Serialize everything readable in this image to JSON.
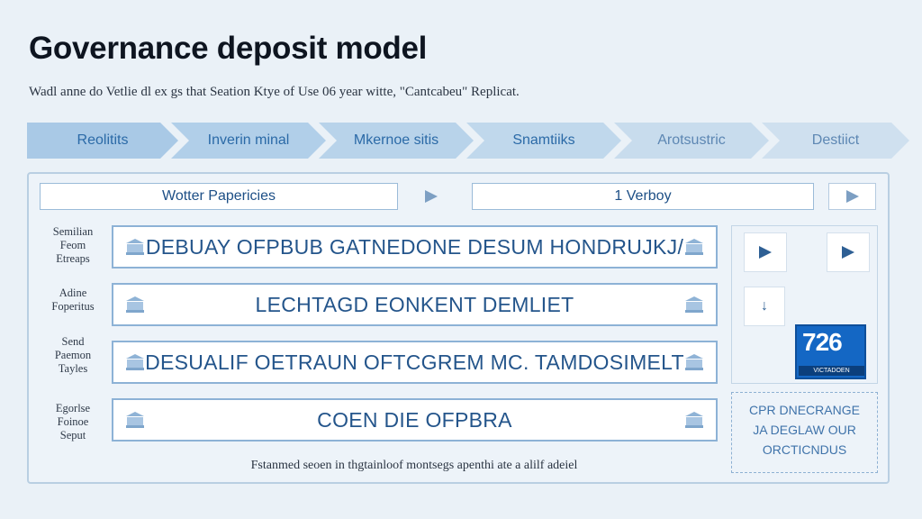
{
  "title": "Governance deposit model",
  "subtitle": "Wadl anne do Vetlie dl ex gs that Seation Ktye of Use 06 year witte, \"Cantcabeu\" Replicat.",
  "process_steps": [
    {
      "label": "Reolitits"
    },
    {
      "label": "Inverin minal"
    },
    {
      "label": "Mkernoe sitis"
    },
    {
      "label": "Snamtiiks"
    },
    {
      "label": "Arotsustric"
    },
    {
      "label": "Destiict"
    }
  ],
  "top_boxes": {
    "left": "Wotter Papericies",
    "right": "1 Verboy"
  },
  "rows": [
    {
      "label": "Semilian\nFeom\nEtreaps",
      "text": "DEBUAY OFPBUB GATNEDONE DESUM HONDRUJKJ/"
    },
    {
      "label": "Adine\nFoperitus",
      "text": "LECHTAGD EONKENT DEMLIET"
    },
    {
      "label": "Send\nPaemon\nTayles",
      "text": "DESUALIF OETRAUN OFTCGREM MC. TAMDOSIMELT"
    },
    {
      "label": "Egorlse\nFoinoe\nSeput",
      "text": "COEN DIE OFPBRA"
    }
  ],
  "badge": {
    "number": "726",
    "label": "VICTADOEN"
  },
  "note_box": [
    "CPR DNECRANGE",
    "JA DEGLAW OUR",
    "ORCTICNDUS"
  ],
  "footer": "Fstanmed seoen in thgtainloof montsegs apenthi ate a alilf adeiel",
  "colors": {
    "accent": "#2b6aa7",
    "chevron_fill": "#a9c9e6",
    "badge": "#1467c4"
  }
}
